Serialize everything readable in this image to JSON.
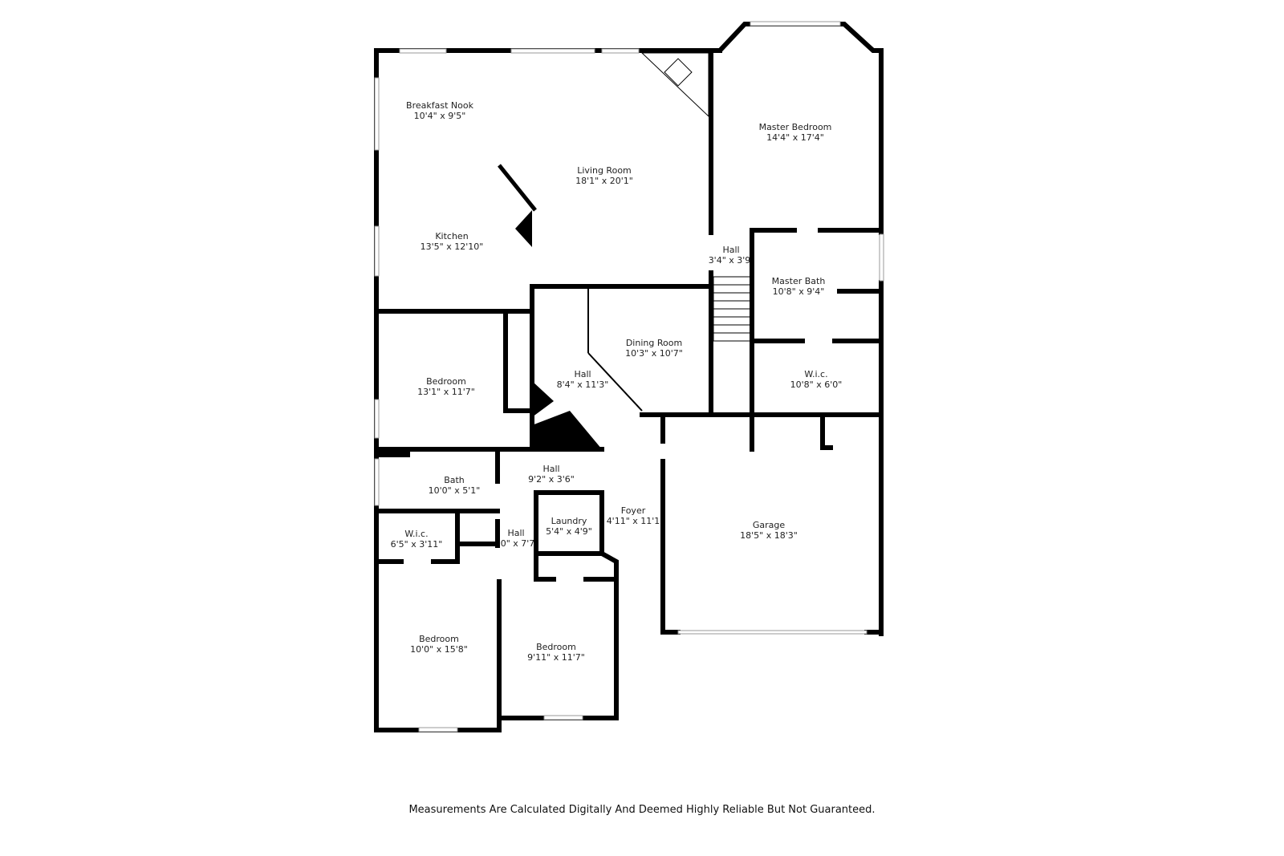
{
  "rooms": [
    {
      "name": "Breakfast Nook",
      "size": "10'4\" x 9'5\""
    },
    {
      "name": "Living Room",
      "size": "18'1\" x 20'1\""
    },
    {
      "name": "Master Bedroom",
      "size": "14'4\" x 17'4\""
    },
    {
      "name": "Kitchen",
      "size": "13'5\" x 12'10\""
    },
    {
      "name": "Hall",
      "size": "3'4\" x 3'9"
    },
    {
      "name": "Master Bath",
      "size": "10'8\" x 9'4\""
    },
    {
      "name": "Dining Room",
      "size": "10'3\" x 10'7\""
    },
    {
      "name": "Bedroom",
      "size": "13'1\" x 11'7\""
    },
    {
      "name": "Hall",
      "size": "8'4\" x 11'3\""
    },
    {
      "name": "W.i.c.",
      "size": "10'8\" x 6'0\""
    },
    {
      "name": "Hall",
      "size": "9'2\" x 3'6\""
    },
    {
      "name": "Bath",
      "size": "10'0\" x 5'1\""
    },
    {
      "name": "Laundry",
      "size": "5'4\" x 4'9\""
    },
    {
      "name": "Foyer",
      "size": "4'11\" x 11'1"
    },
    {
      "name": "W.i.c.",
      "size": "6'5\" x 3'11\""
    },
    {
      "name": "Hall",
      "size": "0\" x 7'7"
    },
    {
      "name": "Garage",
      "size": "18'5\" x 18'3\""
    },
    {
      "name": "Bedroom",
      "size": "10'0\" x 15'8\""
    },
    {
      "name": "Bedroom",
      "size": "9'11\" x 11'7\""
    }
  ],
  "disclaimer": "Measurements Are Calculated Digitally And Deemed Highly Reliable But Not Guaranteed."
}
